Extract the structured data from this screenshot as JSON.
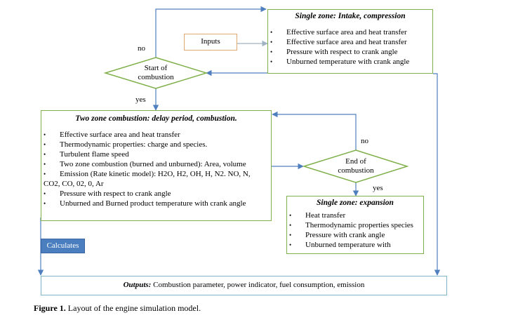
{
  "intake_box": {
    "title": "Single zone: Intake, compression",
    "items": [
      "Effective surface area and  heat transfer",
      "Effective surface area and  heat transfer",
      "Pressure with respect to crank angle",
      "Unburned temperature with crank angle"
    ]
  },
  "inputs_box": {
    "label": "Inputs"
  },
  "start_decision": {
    "line1": "Start of",
    "line2": "combustion",
    "no_label": "no",
    "yes_label": "yes"
  },
  "two_zone_box": {
    "title": "Two zone combustion: delay period, combustion.",
    "items": [
      "Effective surface area and  heat transfer",
      "Thermodynamic properties: charge and species.",
      "Turbulent flame speed",
      "Two zone combustion (burned and unburned): Area,  volume",
      "Emission (Rate kinetic model): H2O, H2, OH, H, N2. NO, N,",
      "Pressure with respect to crank angle",
      "Unburned and Burned product temperature with crank angle"
    ],
    "emission_continuation": "CO2, CO, 02, 0, Ar",
    "calculates_label": "Calculates"
  },
  "end_decision": {
    "line1": "End of",
    "line2": "combustion",
    "no_label": "no",
    "yes_label": "yes"
  },
  "expansion_box": {
    "title": "Single zone: expansion",
    "items": [
      "Heat transfer",
      "Thermodynamic properties species",
      "Pressure with crank angle",
      "Unburned temperature with"
    ]
  },
  "outputs_box": {
    "label": "Outputs:",
    "text": " Combustion parameter, power indicator, fuel consumption, emission"
  },
  "caption": {
    "label": "Figure 1.",
    "text": " Layout of the engine simulation model."
  },
  "colors": {
    "arrow": "#4f7fbf",
    "green_border": "#7fb04a",
    "blue_border": "#7fb3c8",
    "button": "#4a7ebf"
  }
}
